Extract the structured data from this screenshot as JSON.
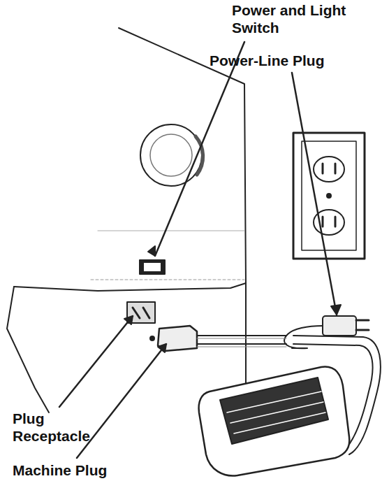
{
  "diagram": {
    "labels": [
      "Power and Light Switch",
      "Power-Line Plug",
      "Plug Receptacle",
      "Machine Plug"
    ]
  }
}
